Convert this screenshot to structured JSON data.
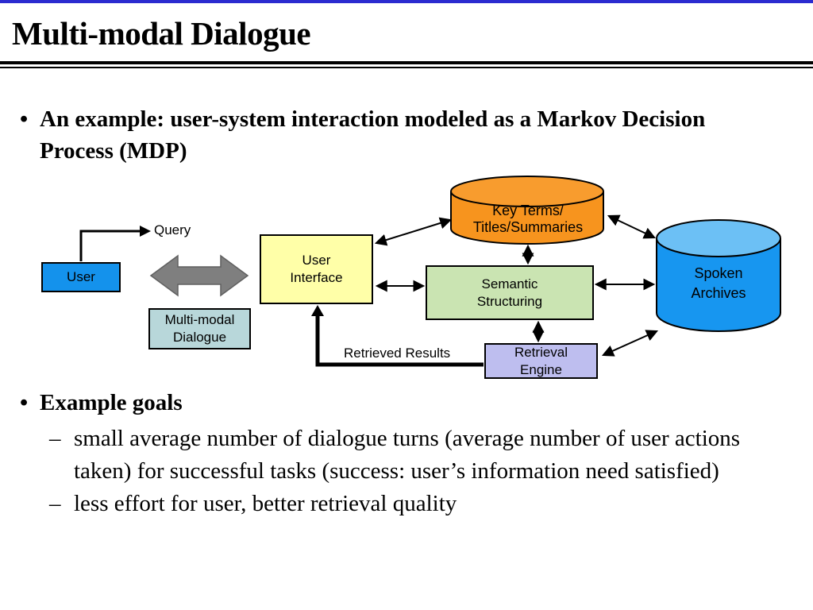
{
  "slide": {
    "title": "Multi-modal Dialogue"
  },
  "bullets": {
    "dot": "•",
    "dash": "–",
    "intro": "An example: user-system interaction modeled as a Markov Decision Process (MDP)",
    "goals_heading": "Example goals",
    "goal_1": "small average number of dialogue turns (average number of user actions taken) for successful tasks (success: user’s information need satisfied)",
    "goal_2": "less effort for user, better retrieval quality"
  },
  "diagram": {
    "labels": {
      "query": "Query",
      "user": "User",
      "multimodal": "Multi-modal\nDialogue",
      "user_interface": "User\nInterface",
      "key_terms": "Key Terms/\nTitles/Summaries",
      "semantic": "Semantic\nStructuring",
      "spoken": "Spoken\nArchives",
      "retrieval": "Retrieval\nEngine",
      "retrieved_results": "Retrieved Results"
    },
    "colors": {
      "user_fill": "#1492EC",
      "multimodal_fill": "#B8D7DA",
      "ui_fill": "#FFFFA8",
      "semantic_fill": "#CAE4B2",
      "retrieval_fill": "#BEBEEF",
      "keyterms_fill": "#F7941E",
      "keyterms_top": "#F89C2E",
      "spoken_fill": "#1796F0",
      "spoken_top": "#6CC0F5",
      "channel_fill": "#7F7F7F",
      "channel_stroke": "#606060",
      "connector": "#000000"
    }
  },
  "chrome": {
    "top_line_color": "#2B2BD0"
  }
}
